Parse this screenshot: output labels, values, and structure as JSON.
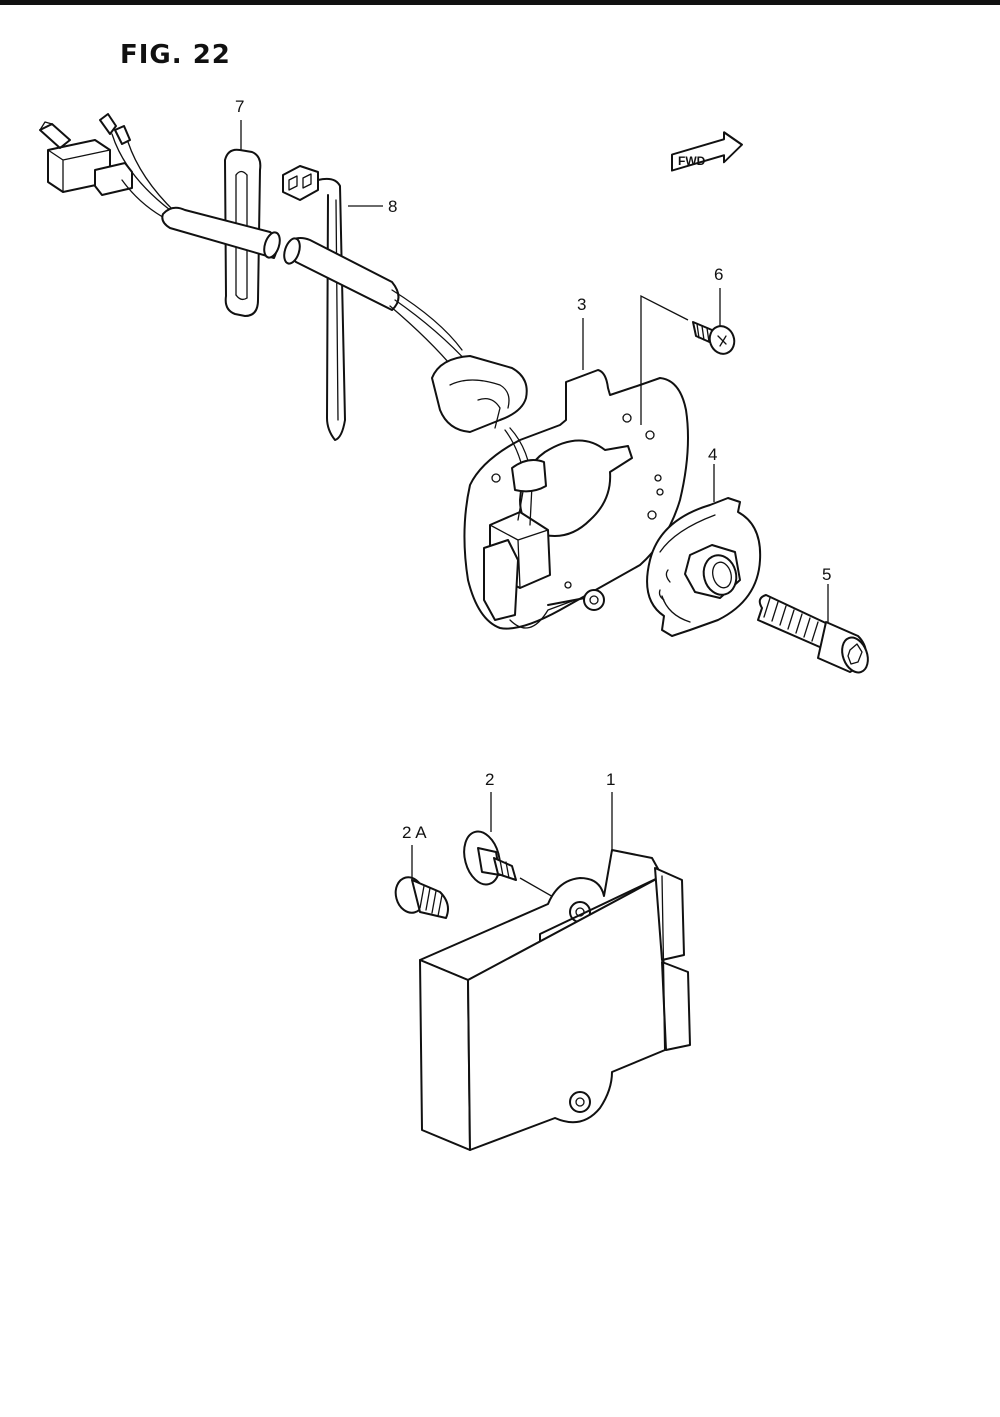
{
  "figure": {
    "title": "FIG. 22"
  },
  "fwd_badge": {
    "label": "FWD"
  },
  "callouts": [
    {
      "id": "7",
      "label": "7"
    },
    {
      "id": "8",
      "label": "8"
    },
    {
      "id": "6",
      "label": "6"
    },
    {
      "id": "3",
      "label": "3"
    },
    {
      "id": "4",
      "label": "4"
    },
    {
      "id": "5",
      "label": "5"
    },
    {
      "id": "2",
      "label": "2"
    },
    {
      "id": "2A",
      "label": "2 A"
    },
    {
      "id": "1",
      "label": "1"
    }
  ]
}
